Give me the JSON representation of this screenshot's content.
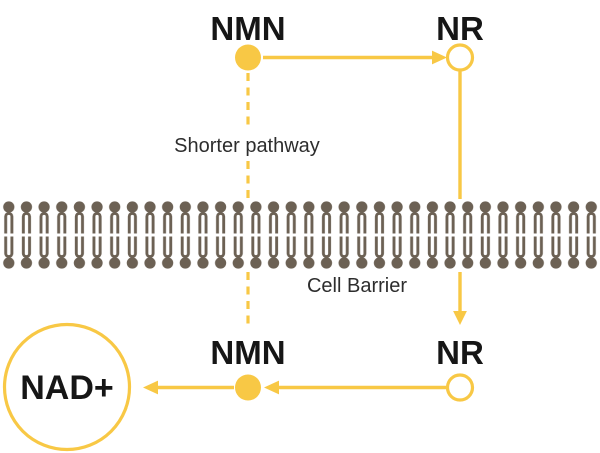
{
  "colors": {
    "accent_yellow": "#F8C845",
    "membrane_taupe": "#6C6154",
    "label_black": "#161616",
    "caption_gray": "#2D2D2D",
    "background": "#FFFFFF"
  },
  "diagram": {
    "top": {
      "nmn_label": "NMN",
      "nr_label": "NR"
    },
    "middle": {
      "pathway_caption": "Shorter pathway",
      "barrier_caption": "Cell Barrier"
    },
    "bottom": {
      "nmn_label": "NMN",
      "nr_label": "NR",
      "nad_label": "NAD+"
    }
  }
}
